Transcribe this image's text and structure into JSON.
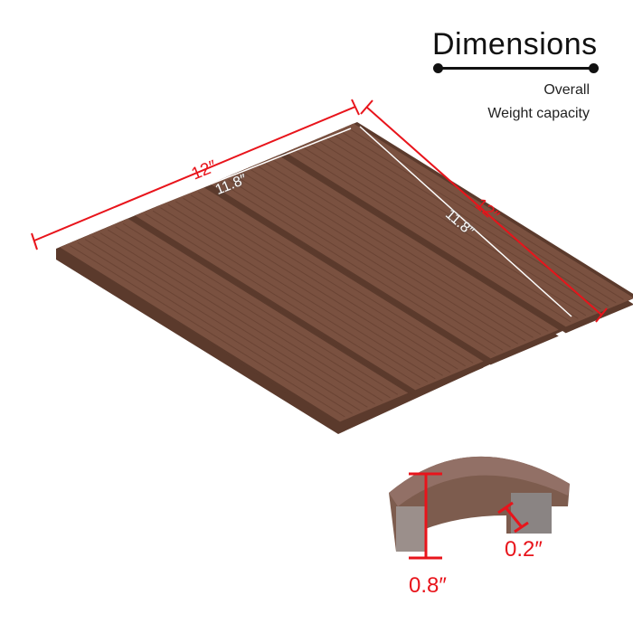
{
  "header": {
    "title": "Dimensions",
    "specs": [
      "Overall",
      "Weight capacity"
    ]
  },
  "dimensions": {
    "outer_width": "12″",
    "outer_length": "12″",
    "inner_width": "11.8″",
    "inner_length": "11.8″",
    "height": "0.8″",
    "clip_gap": "0.2″"
  },
  "colors": {
    "plank": "#7a5140",
    "plank_dark": "#5b3a2c",
    "dimension_line": "#e8141b",
    "text": "#111111"
  },
  "tile": {
    "plank_count": 4
  }
}
